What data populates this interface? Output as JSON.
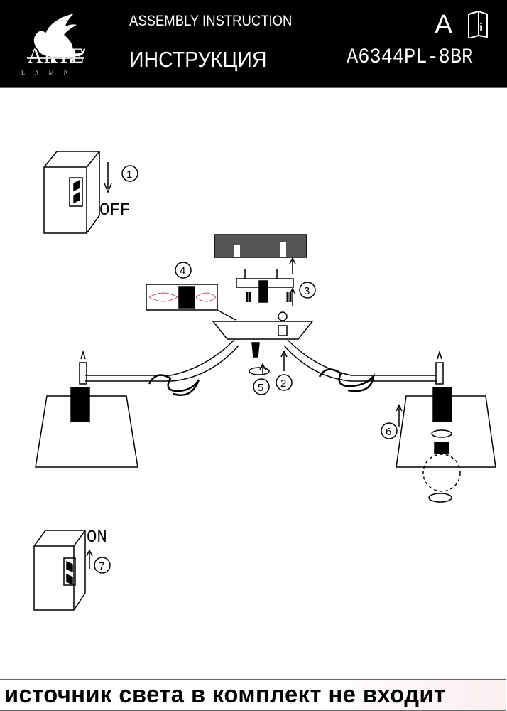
{
  "header": {
    "brand": "ARTE",
    "brand_sub": "LAMP",
    "title_en": "ASSEMBLY INSTRUCTION",
    "title_ru": "ИНСТРУКЦИЯ",
    "lang_mark": "A",
    "model": "A6344PL-8BR",
    "icon": "instruction-book-icon"
  },
  "steps": {
    "off_label": "OFF",
    "on_label": "ON",
    "numbers": [
      "1",
      "2",
      "3",
      "4",
      "5",
      "6",
      "7"
    ]
  },
  "footer": {
    "note": "источник света в комплект не входит"
  }
}
